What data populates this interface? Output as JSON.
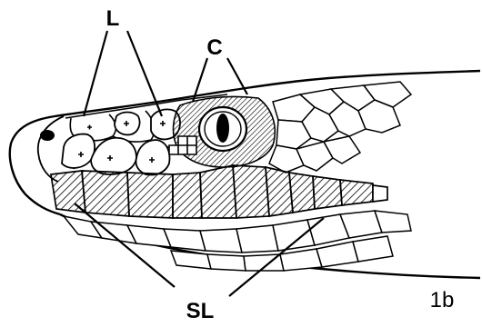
{
  "figure": {
    "number": "1b",
    "labels": {
      "loreal": "L",
      "circumorbital": "C",
      "supralabial": "SL"
    },
    "ink_color": "#000000",
    "paper_color": "#ffffff"
  }
}
